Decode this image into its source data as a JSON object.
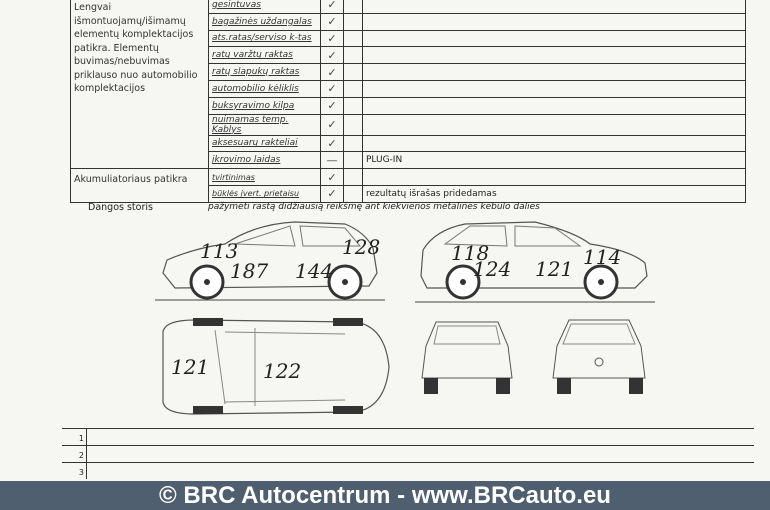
{
  "groups": [
    {
      "label": "Lengvai išmontuojamų/išimamų elementų komplektacijos patikra. Elementų buvimas/nebuvimas priklauso nuo automobilio komplektacijos",
      "items": [
        {
          "name": "gesintuvas",
          "check": "✓",
          "note": ""
        },
        {
          "name": "bagažinės uždangalas",
          "check": "✓",
          "note": ""
        },
        {
          "name": "ats.ratas/serviso k-tas",
          "check": "✓",
          "note": ""
        },
        {
          "name": "ratų varžtų raktas",
          "check": "✓",
          "note": ""
        },
        {
          "name": "ratų slapukų raktas",
          "check": "✓",
          "note": ""
        },
        {
          "name": "automobilio kėliklis",
          "check": "✓",
          "note": ""
        },
        {
          "name": "buksyravimo kilpa",
          "check": "✓",
          "note": ""
        },
        {
          "name": "nuimamas temp. Kablys",
          "check": "✓",
          "note": ""
        },
        {
          "name": "aksesuarų rakteliai",
          "check": "✓",
          "note": ""
        },
        {
          "name": "įkrovimo laidas",
          "check": "—",
          "note": "PLUG-IN"
        }
      ]
    },
    {
      "label": "Akumuliatoriaus patikra",
      "items": [
        {
          "name": "tvirtinimas",
          "check": "✓",
          "note": ""
        },
        {
          "name": "būklės įvert. prietaisu",
          "check": "✓",
          "note": "rezultatų išrašas pridedamas"
        }
      ]
    }
  ],
  "paint": {
    "label": "Dangos storis",
    "instruction": "pažymėti rastą didžiausią reikšmę ant kiekvienos metalinės kėbulo dalies",
    "left_side": [
      "113",
      "187",
      "144",
      "128"
    ],
    "right_side": [
      "118",
      "124",
      "121",
      "114"
    ],
    "top": [
      "121",
      "122"
    ]
  },
  "lines": [
    "1",
    "2",
    "3"
  ],
  "watermark": "© BRC Autocentrum - www.BRCauto.eu"
}
